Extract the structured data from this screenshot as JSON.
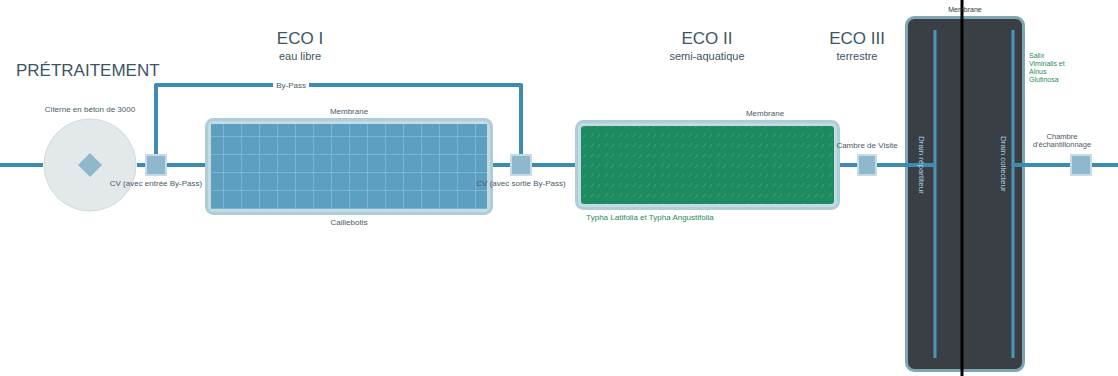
{
  "diagram": {
    "nodes": [
      {
        "text": [
          "Citerne en béton de 3000"
        ]
      },
      {
        "text": [
          "CV (avec entrée By-Pass)"
        ]
      },
      {
        "text": [
          "Membrane",
          "Caillebotis"
        ]
      },
      {
        "text": [
          "CV (avec sortie By-Pass)"
        ]
      },
      {
        "text": [
          "Membrane",
          "Typha Latifolia et Typha Angustifolia"
        ]
      },
      {
        "text": [
          "Cambre de Visite"
        ]
      },
      {
        "text": [
          "Membrane",
          "Drain répartiteur",
          "Drain collecteur",
          "Salix Viminalis et Alnus Glutinosa"
        ]
      },
      {
        "text": [
          "Chambre d'échantillonnage"
        ]
      }
    ],
    "edges": [
      {
        "from": 0,
        "to": 1,
        "arrow": "none"
      },
      {
        "from": 1,
        "to": 2,
        "arrow": "none"
      },
      {
        "from": 2,
        "to": 3,
        "arrow": "none"
      },
      {
        "from": 3,
        "to": 4,
        "arrow": "none"
      },
      {
        "from": 4,
        "to": 5,
        "arrow": "none"
      },
      {
        "from": 5,
        "to": 6,
        "arrow": "none"
      },
      {
        "from": 6,
        "to": 7,
        "arrow": "none"
      },
      {
        "from": 1,
        "to": 3,
        "label": "By-Pass",
        "arrow": "none"
      }
    ],
    "labels": [
      "PRÉTRAITEMENT",
      "ECO I",
      "eau libre",
      "ECO II",
      "semi-aquatique",
      "ECO III",
      "terrestre"
    ]
  }
}
